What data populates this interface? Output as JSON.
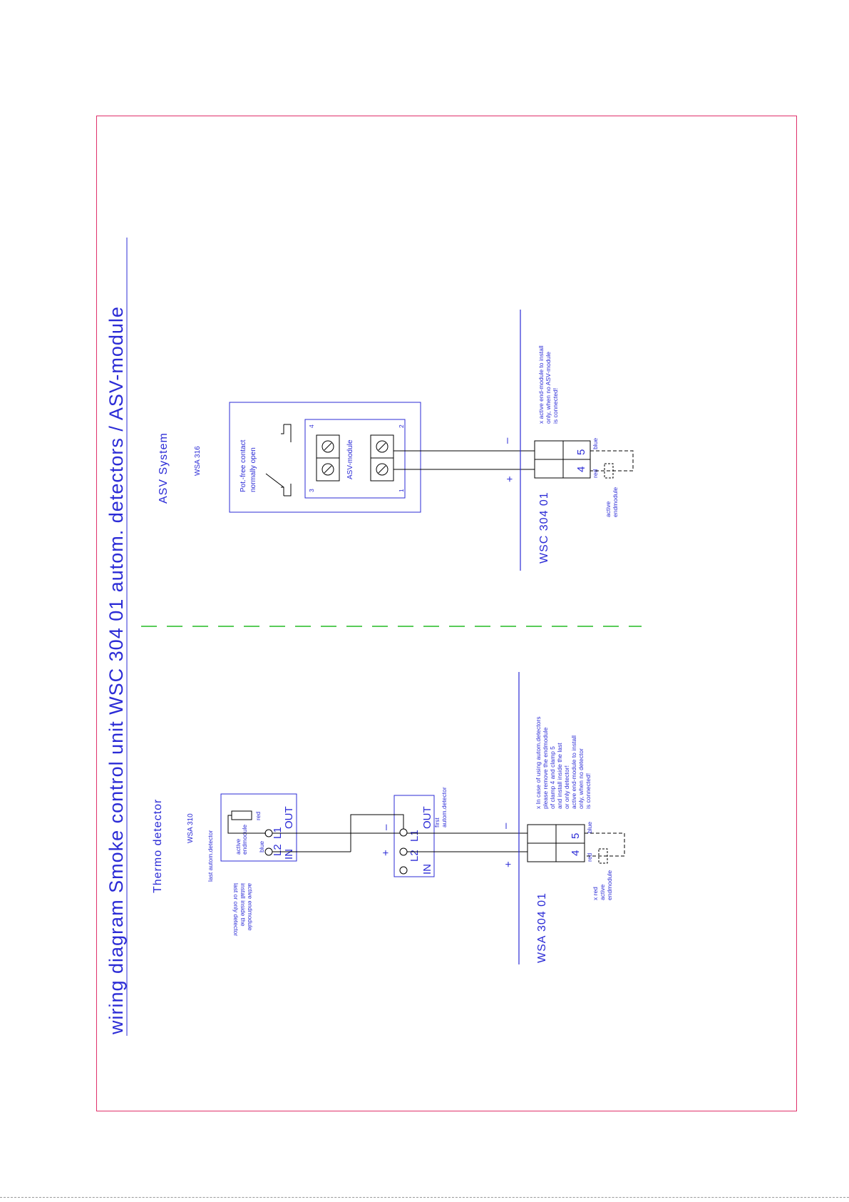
{
  "title": "wiring diagram  Smoke control unit WSC 304 01   autom. detectors / ASV-module",
  "left": {
    "heading": "Thermo detector",
    "model": "WSA 310",
    "last_detector_label": "last autom.detector",
    "install_note": [
      "active endmodule",
      "install inside the",
      "last or only detector"
    ],
    "endmodule_label": [
      "active",
      "endmodule"
    ],
    "red_label": "red",
    "blue_label": "blue",
    "terminals": {
      "in": "IN",
      "out": "OUT",
      "l1": "L1",
      "l2": "L2",
      "l1b": "L1"
    },
    "first_detector_label": [
      "first",
      "autom.detector"
    ],
    "minus": "–",
    "plus": "+",
    "bus_label": "WSA 304 01",
    "clamp_4": "4",
    "clamp_5": "5",
    "wire_red": "red",
    "wire_blue": "blue",
    "bottom_note": [
      "x red",
      "active",
      "endmodule"
    ],
    "note": [
      "x In case of using autom.detectors",
      "please remove the endmodule",
      "of clamp 4 and clamp 5",
      "and install inside the last",
      "or only detector!",
      "active end-module to install",
      "only, when no detector",
      "is connected!"
    ]
  },
  "right": {
    "heading": "ASV System",
    "model": "WSA 316",
    "contact_label": [
      "Pot.-free contact",
      "normally open"
    ],
    "module_label": "ASV-module",
    "pin_1": "1",
    "pin_2": "2",
    "pin_3": "3",
    "pin_4": "4",
    "minus": "–",
    "plus": "+",
    "bus_label": "WSC 304 01",
    "clamp_4": "4",
    "clamp_5": "5",
    "wire_red": "red",
    "wire_blue": "blue",
    "endmodule_label": [
      "active",
      "endmodule"
    ],
    "note": [
      "x active end-module to install",
      "only, when no ASV-module",
      "is connected!"
    ]
  },
  "colors": {
    "frame": "#e0306a",
    "ink": "#2b2bd6",
    "wire": "#000000",
    "separator": "#22bb22"
  }
}
